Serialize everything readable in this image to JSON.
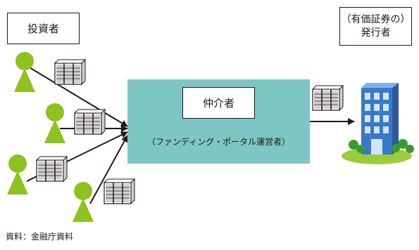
{
  "investor_label": "投資者",
  "issuer_label_line1": "（有価証券の）",
  "issuer_label_line2": "発行者",
  "intermediary_label": "仲介者",
  "intermediary_sublabel": "（ファンディング・ポータル運営者）",
  "source_note": "資料：金融庁資料",
  "colors": {
    "intermediary_fill": "#7dc6c5",
    "person_fill": "#8dc21f",
    "arrow": "#231815",
    "building_glass": "#4a90d9",
    "lawn": "#9ccc3c"
  },
  "icons": [
    "person-icon",
    "securities-bundle-icon",
    "office-building-icon"
  ]
}
